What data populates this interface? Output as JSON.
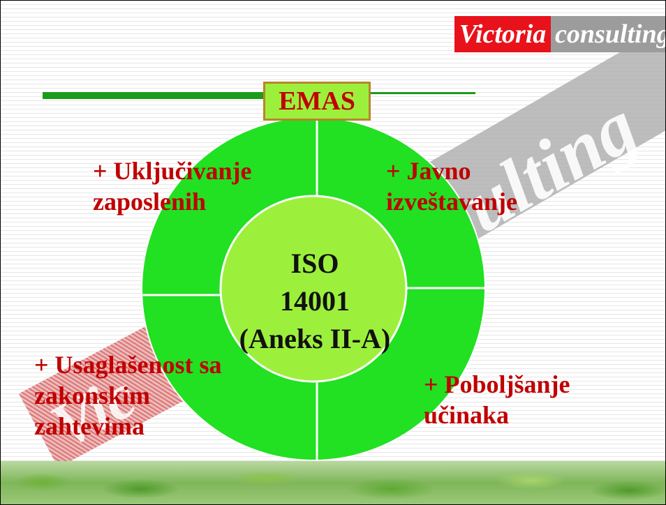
{
  "logo": {
    "brand_red": "Victoria",
    "brand_gray": "consulting"
  },
  "watermark": {
    "text": "sulting",
    "stamp_text": "Vic"
  },
  "diagram": {
    "title": "EMAS",
    "center_lines": [
      "ISO",
      "14001",
      "(Aneks II-A)"
    ],
    "segments": {
      "top_left": [
        "+ Uključivanje",
        "zaposlenih"
      ],
      "top_right": [
        "+ Javno",
        "izveštavanje"
      ],
      "bottom_left": [
        "+ Usaglašenost sa",
        "zakonskim",
        "zahtevima"
      ],
      "bottom_right": [
        "+ Poboljšanje",
        "učinaka"
      ]
    },
    "colors": {
      "outer_ring": "#22e022",
      "inner_circle": "#9cf03c",
      "label_text": "#c00000",
      "accent_bar": "#1c9b1c",
      "logo_red": "#e8121b",
      "logo_gray": "#9c9c9c"
    }
  }
}
